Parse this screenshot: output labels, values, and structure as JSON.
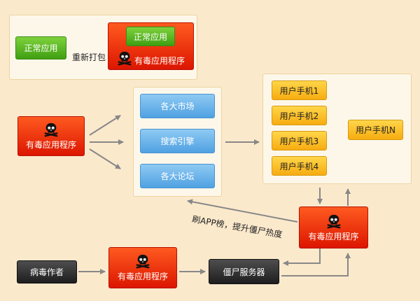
{
  "repack": {
    "normal_app": "正常应用",
    "inner_normal_app": "正常应用",
    "action": "重新打包",
    "malicious_app": "有毒应用程序"
  },
  "source_app": "有毒应用程序",
  "channels": [
    "各大市场",
    "搜索引擎",
    "各大论坛"
  ],
  "phones": [
    "用户手机1",
    "用户手机2",
    "用户手机3",
    "用户手机4"
  ],
  "phone_n": "用户手机N",
  "infected_app": "有毒应用程序",
  "promote_label": "刷APP榜，提升僵尸热度",
  "virus_author": "病毒作者",
  "author_app": "有毒应用程序",
  "zombie_server": "僵尸服务器",
  "colors": {
    "panel_bg": "#fdf7ea",
    "page_bg": "#fbe9cc",
    "arrow": "#888888",
    "malicious": "#e62a00",
    "channel": "#5aa7e6",
    "phone": "#fbbd25",
    "normal": "#56b21f"
  },
  "icons": [
    "skull-crossbones-icon"
  ]
}
